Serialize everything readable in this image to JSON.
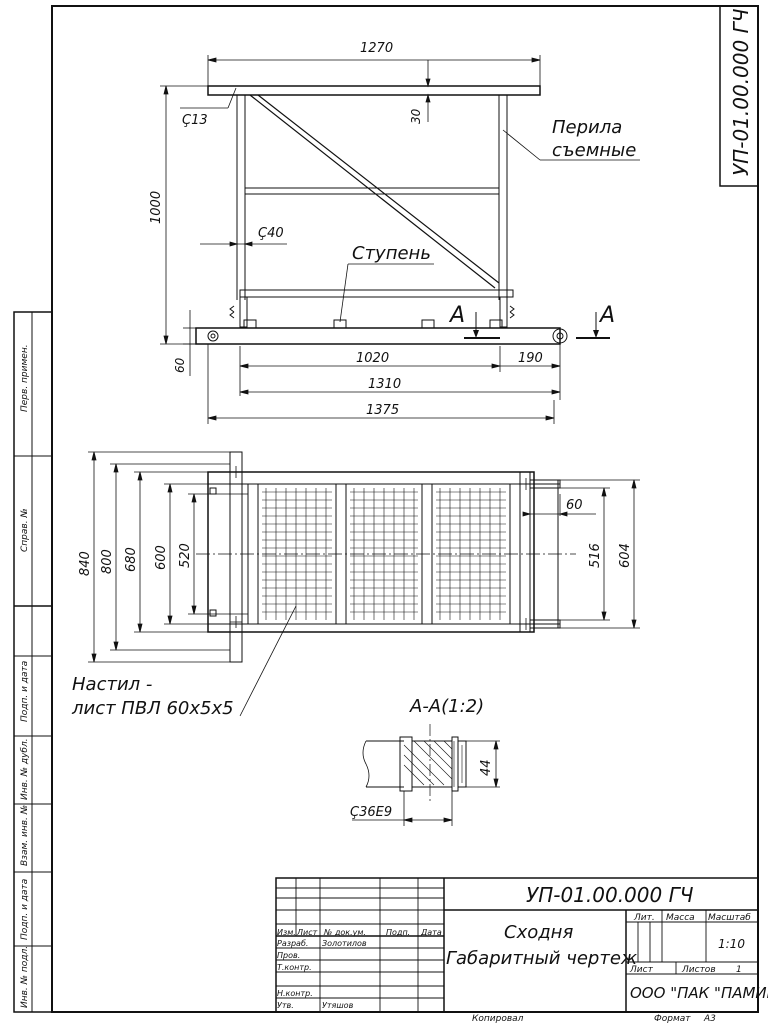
{
  "document_code": "УП-01.00.000 ГЧ",
  "document_code_stamp": "УП-01.00.000 ГЧ",
  "front_view": {
    "dimensions": {
      "width_top": "1270",
      "height": "1000",
      "top_offset": "30",
      "pipe_top": "Ç13",
      "pipe_mid": "Ç40",
      "base_height": "60",
      "span1": "1020",
      "span2": "190",
      "span3": "1310",
      "span4": "1375"
    },
    "labels": {
      "railing_line1": "Перила",
      "railing_line2": "съемные",
      "step": "Ступень",
      "section_left": "A",
      "section_right": "A"
    }
  },
  "plan_view": {
    "dimensions": {
      "d840": "840",
      "d800": "800",
      "d680": "680",
      "d600": "600",
      "d520": "520",
      "d60": "60",
      "d516": "516",
      "d604": "604"
    },
    "labels": {
      "decking_line1": "Настил -",
      "decking_line2": "лист ПВЛ 60х5х5"
    }
  },
  "section_view": {
    "title": "A-A(1:2)",
    "dimensions": {
      "height": "44",
      "fit": "Ç36E9"
    }
  },
  "side_stamps": [
    "Перв. примен.",
    "Справ. №",
    "Подп. и дата",
    "Инв. № дубл.",
    "Взам. инв. №",
    "Подп. и дата",
    "Инв. № подл."
  ],
  "title_block": {
    "code": "УП-01.00.000 ГЧ",
    "name_line1": "Сходня",
    "name_line2": "Габаритный чертеж",
    "columns": {
      "izm": "Изм.",
      "list": "Лист",
      "doc_no": "№ док.ум.",
      "sign": "Подп.",
      "date": "Дата"
    },
    "rows": {
      "razrab": "Разраб.",
      "razrab_name": "Золотилов",
      "prov": "Пров.",
      "tkontr": "Т.контр.",
      "nkontr": "Н.контр.",
      "utv": "Утв.",
      "utv_name": "Утяшов"
    },
    "lit": "Лит.",
    "massa": "Масса",
    "masshtab": "Масштаб",
    "scale": "1:10",
    "sheet": "Лист",
    "sheets": "Листов",
    "sheets_count": "1",
    "company": "ООО \"ПАК \"ПАМИР\""
  },
  "footer": {
    "copied": "Копировал",
    "format_label": "Формат",
    "format": "А3"
  }
}
